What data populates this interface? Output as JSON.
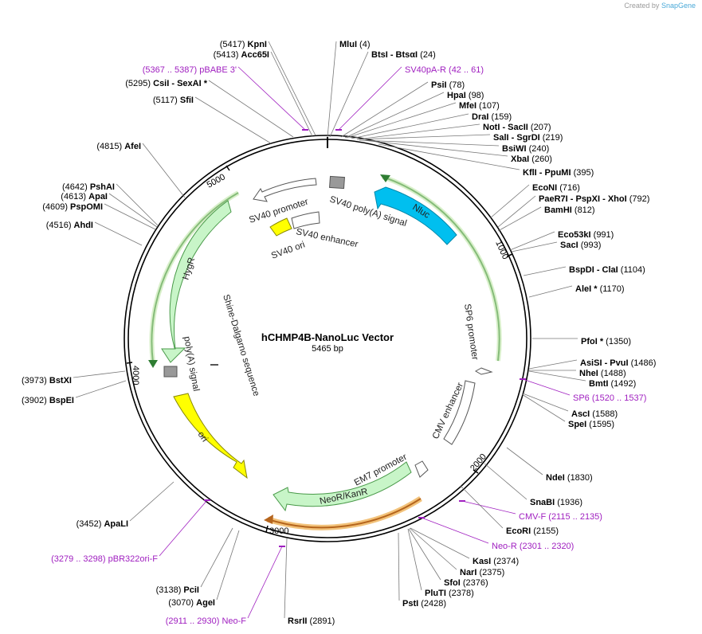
{
  "credit": {
    "prefix": "Created by",
    "brand": "SnapGene"
  },
  "map": {
    "name": "hCHMP4B-NanoLuc Vector",
    "length_label": "5465 bp",
    "total_bp": 5465
  },
  "ticks": [
    {
      "pos": 1000,
      "label": "1000"
    },
    {
      "pos": 2000,
      "label": "2000"
    },
    {
      "pos": 3000,
      "label": "3000"
    },
    {
      "pos": 4000,
      "label": "4000"
    },
    {
      "pos": 5000,
      "label": "5000"
    }
  ],
  "features": [
    {
      "label": "Nluc",
      "color": "#00bfef",
      "stroke": "#0088aa"
    },
    {
      "label": "SV40 poly(A) signal",
      "color": "#999999",
      "stroke": "#555555"
    },
    {
      "label": "SV40 promoter",
      "color": "#ffffff",
      "stroke": "#555555"
    },
    {
      "label": "SV40 enhancer",
      "color": "#ffffff",
      "stroke": "#555555"
    },
    {
      "label": "SV40 ori",
      "color": "#ffff00",
      "stroke": "#888800"
    },
    {
      "label": "HygR",
      "color": "#c8f5c8",
      "stroke": "#4a9a4a"
    },
    {
      "label": "Shine-Dalgarno sequence",
      "color": "#ffffff",
      "stroke": "#555555"
    },
    {
      "label": "poly(A) signal",
      "color": "#999999",
      "stroke": "#555555"
    },
    {
      "label": "ori",
      "color": "#ffff00",
      "stroke": "#888800"
    },
    {
      "label": "SP6 promoter",
      "color": "#ffffff",
      "stroke": "#555555"
    },
    {
      "label": "CMV enhancer",
      "color": "#ffffff",
      "stroke": "#555555"
    },
    {
      "label": "EM7 promoter",
      "color": "#ffffff",
      "stroke": "#555555"
    },
    {
      "label": "NeoR/KanR",
      "color": "#c8f5c8",
      "stroke": "#4a9a4a"
    }
  ],
  "sites": [
    {
      "pos": "(5417)",
      "name": "KpnI"
    },
    {
      "pos": "(5413)",
      "name": "Acc65I"
    },
    {
      "range": "(5367 .. 5387)",
      "name": "pBABE 3'",
      "primer": true
    },
    {
      "pos": "(5295)",
      "name": "CsiI",
      "extra": " - SexAI *"
    },
    {
      "pos": "(5117)",
      "name": "SfiI"
    },
    {
      "pos": "(4815)",
      "name": "AfeI"
    },
    {
      "pos": "(4642)",
      "name": "PshAI"
    },
    {
      "pos": "(4613)",
      "name": "ApaI"
    },
    {
      "pos": "(4609)",
      "name": "PspOMI"
    },
    {
      "pos": "(4516)",
      "name": "AhdI"
    },
    {
      "pos": "(3973)",
      "name": "BstXI"
    },
    {
      "pos": "(3902)",
      "name": "BspEI"
    },
    {
      "pos": "(3452)",
      "name": "ApaLI"
    },
    {
      "range": "(3279 .. 3298)",
      "name": "pBR322ori-F",
      "primer": true
    },
    {
      "pos": "(3138)",
      "name": "PciI"
    },
    {
      "pos": "(3070)",
      "name": "AgeI"
    },
    {
      "range": "(2911 .. 2930)",
      "name": "Neo-F",
      "primer": true
    },
    {
      "pos": "(2891)",
      "name": "RsrII"
    },
    {
      "pos": "(4)",
      "name": "MluI"
    },
    {
      "pos": "(24)",
      "name": "BtsI",
      "extra": " - BtsαI"
    },
    {
      "range": "(42 .. 61)",
      "name": "SV40pA-R",
      "primer": true
    },
    {
      "pos": "(78)",
      "name": "PsiI"
    },
    {
      "pos": "(98)",
      "name": "HpaI"
    },
    {
      "pos": "(107)",
      "name": "MfeI"
    },
    {
      "pos": "(159)",
      "name": "DraI"
    },
    {
      "pos": "(207)",
      "name": "NotI",
      "extra": " - SacII"
    },
    {
      "pos": "(219)",
      "name": "SalI",
      "extra": " - SgrDI"
    },
    {
      "pos": "(240)",
      "name": "BsiWI"
    },
    {
      "pos": "(260)",
      "name": "XbaI"
    },
    {
      "pos": "(395)",
      "name": "KflI",
      "extra": " - PpuMI"
    },
    {
      "pos": "(716)",
      "name": "EcoNI"
    },
    {
      "pos": "(792)",
      "name": "PaeR7I",
      "extra": " - PspXI - XhoI"
    },
    {
      "pos": "(812)",
      "name": "BamHI"
    },
    {
      "pos": "(991)",
      "name": "Eco53kI"
    },
    {
      "pos": "(993)",
      "name": "SacI"
    },
    {
      "pos": "(1104)",
      "name": "BspDI",
      "extra": " - ClaI"
    },
    {
      "pos": "(1170)",
      "name": "AleI *"
    },
    {
      "pos": "(1350)",
      "name": "PfoI *"
    },
    {
      "pos": "(1486)",
      "name": "AsiSI",
      "extra": " - PvuI"
    },
    {
      "pos": "(1488)",
      "name": "NheI"
    },
    {
      "pos": "(1492)",
      "name": "BmtI"
    },
    {
      "range": "(1520 .. 1537)",
      "name": "SP6",
      "primer": true
    },
    {
      "pos": "(1588)",
      "name": "AscI"
    },
    {
      "pos": "(1595)",
      "name": "SpeI"
    },
    {
      "pos": "(1830)",
      "name": "NdeI"
    },
    {
      "pos": "(1936)",
      "name": "SnaBI"
    },
    {
      "range": "(2115 .. 2135)",
      "name": "CMV-F",
      "primer": true
    },
    {
      "pos": "(2155)",
      "name": "EcoRI"
    },
    {
      "range": "(2301 .. 2320)",
      "name": "Neo-R",
      "primer": true
    },
    {
      "pos": "(2374)",
      "name": "KasI"
    },
    {
      "pos": "(2375)",
      "name": "NarI"
    },
    {
      "pos": "(2376)",
      "name": "SfoI"
    },
    {
      "pos": "(2378)",
      "name": "PluTI"
    },
    {
      "pos": "(2428)",
      "name": "PstI"
    }
  ]
}
